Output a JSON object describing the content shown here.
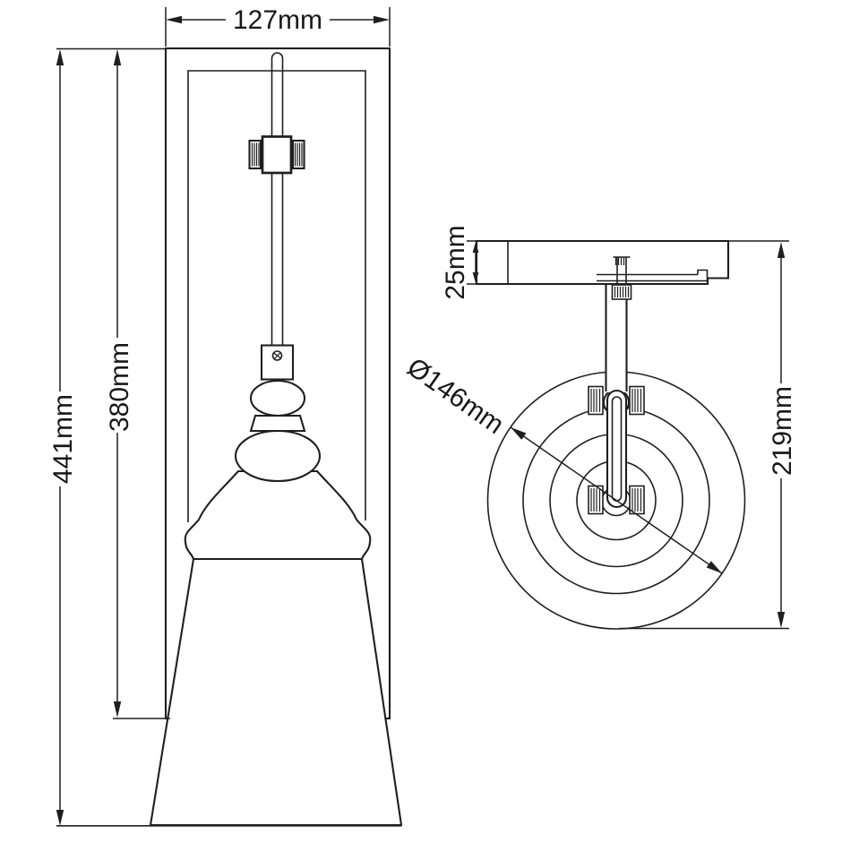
{
  "drawing": {
    "kind": "wall-light dimension drawing",
    "front_view": {
      "width": "127mm",
      "overall_height": "441mm",
      "backplate_height": "380mm"
    },
    "side_view": {
      "plate_depth": "25mm",
      "shade_diameter": "Ø146mm",
      "projection_height": "219mm"
    },
    "colors": {
      "line": "#1f1f1f",
      "background": "#ffffff"
    }
  }
}
